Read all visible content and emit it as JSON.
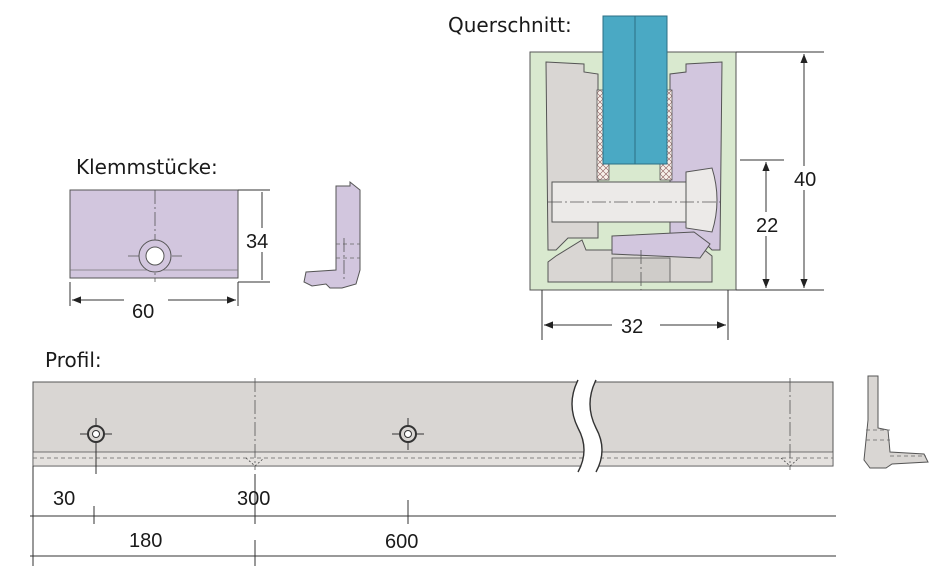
{
  "labels": {
    "querschnitt": "Querschnitt:",
    "klemmstuecke": "Klemmstücke:",
    "profil": "Profil:"
  },
  "dimensions": {
    "cross_section_height": "40",
    "cross_section_bolt_height": "22",
    "cross_section_width": "32",
    "clamp_height": "34",
    "clamp_width": "60",
    "profile_edge_offset": "30",
    "profile_mark_spacing": "300",
    "profile_hole_spacing": "180",
    "profile_mark_offset": "600"
  },
  "colors": {
    "clamp_fill": "#d2c6de",
    "profile_fill": "#d9d6d3",
    "glass_fill": "#4aa9c4",
    "rubber_fill": "#d9e9cf",
    "line": "#333333"
  }
}
